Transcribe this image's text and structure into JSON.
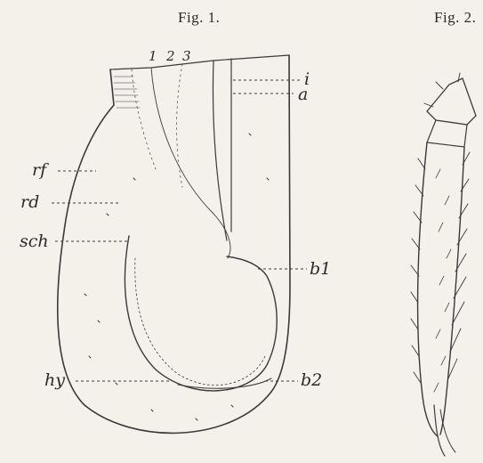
{
  "figures": {
    "fig1": {
      "title": "Fig. 1.",
      "labels": {
        "n1": "1",
        "n2": "2",
        "n3": "3",
        "i": "i",
        "a": "a",
        "rf": "rf",
        "rd": "rd",
        "sch": "sch",
        "b1": "b1",
        "hy": "hy",
        "b2": "b2"
      }
    },
    "fig2": {
      "title": "Fig. 2."
    }
  }
}
